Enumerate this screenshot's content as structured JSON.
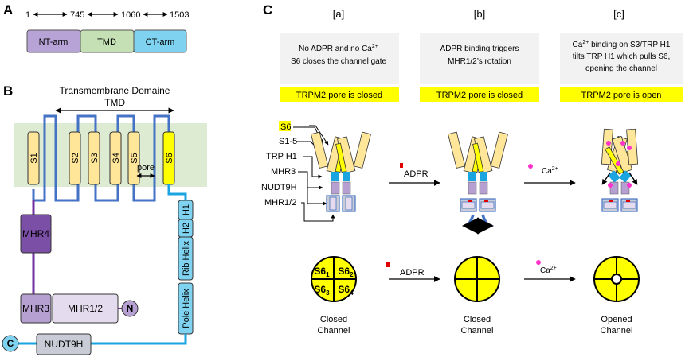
{
  "colors": {
    "nt_arm": "#b7a3d6",
    "tmd": "#c5e0b4",
    "ct_arm": "#7fd3f0",
    "membrane": "#dcebd1",
    "helix_yellow": "#ffe699",
    "s6_yellow": "#ffff00",
    "mhr4": "#7b4fa6",
    "mhr3": "#b6a0d2",
    "mhr12": "#e4dcee",
    "nudt9h": "#c9ccd6",
    "link_blue": "#4472c4",
    "link_purple": "#7030a0",
    "trp_cyan": "#1aa5e0",
    "banner": "#ffff00",
    "calcium": "#ff33cc",
    "adpr": "#e00000",
    "s15_label": "#c09000",
    "trp_label": "#1aa5e0",
    "mhr_label": "#7030a0",
    "nudt9h_label": "#b0b0b0"
  },
  "panel_a": {
    "label": "A",
    "positions": [
      "1",
      "745",
      "1060",
      "1503"
    ],
    "segments": [
      "NT-arm",
      "TMD",
      "CT-arm"
    ]
  },
  "panel_b": {
    "label": "B",
    "title_line1": "Transmembrane Domaine",
    "title_line2": "TMD",
    "helices": [
      "S1",
      "S2",
      "S3",
      "S4",
      "S5",
      "S6"
    ],
    "pore_label": "pore",
    "ct_helices": [
      "H1",
      "H2",
      "Rib Helix",
      "Pole Helix"
    ],
    "domains": {
      "mhr4": "MHR4",
      "mhr3": "MHR3",
      "mhr12": "MHR1/2",
      "nudt9h": "NUDT9H",
      "n_term": "N",
      "c_term": "C"
    }
  },
  "panel_c": {
    "label": "C",
    "columns": [
      {
        "tag": "[a]",
        "desc1": "No ADPR and no Ca",
        "desc1_sup": "2+",
        "desc2": "S6 closes the channel gate",
        "desc3": "",
        "banner": "TRPM2 pore is closed"
      },
      {
        "tag": "[b]",
        "desc1": "ADPR binding triggers",
        "desc1_sup": "",
        "desc2": "MHR1/2’s rotation",
        "desc3": "",
        "banner": "TRPM2 pore is closed"
      },
      {
        "tag": "[c]",
        "desc1": "Ca",
        "desc1_sup": "2+",
        "desc1_rest": " binding on S3/TRP H1",
        "desc2": "tilts TRP H1 which pulls S6,",
        "desc3": "opening the channel",
        "banner": "TRPM2 pore is open"
      }
    ],
    "legend": [
      "S6",
      "S1-5",
      "TRP H1",
      "MHR3",
      "NUDT9H",
      "MHR1/2"
    ],
    "adpr_label": "ADPR",
    "ca_label": "Ca",
    "ca_sup": "2+",
    "quadrants": [
      {
        "base": "S6",
        "sub": "1"
      },
      {
        "base": "S6",
        "sub": "2"
      },
      {
        "base": "S6",
        "sub": "3"
      },
      {
        "base": "S6",
        "sub": "4"
      }
    ],
    "channel_labels": [
      {
        "l1": "Closed",
        "l2": "Channel"
      },
      {
        "l1": "Closed",
        "l2": "Channel"
      },
      {
        "l1": "Opened",
        "l2": "Channel"
      }
    ]
  }
}
